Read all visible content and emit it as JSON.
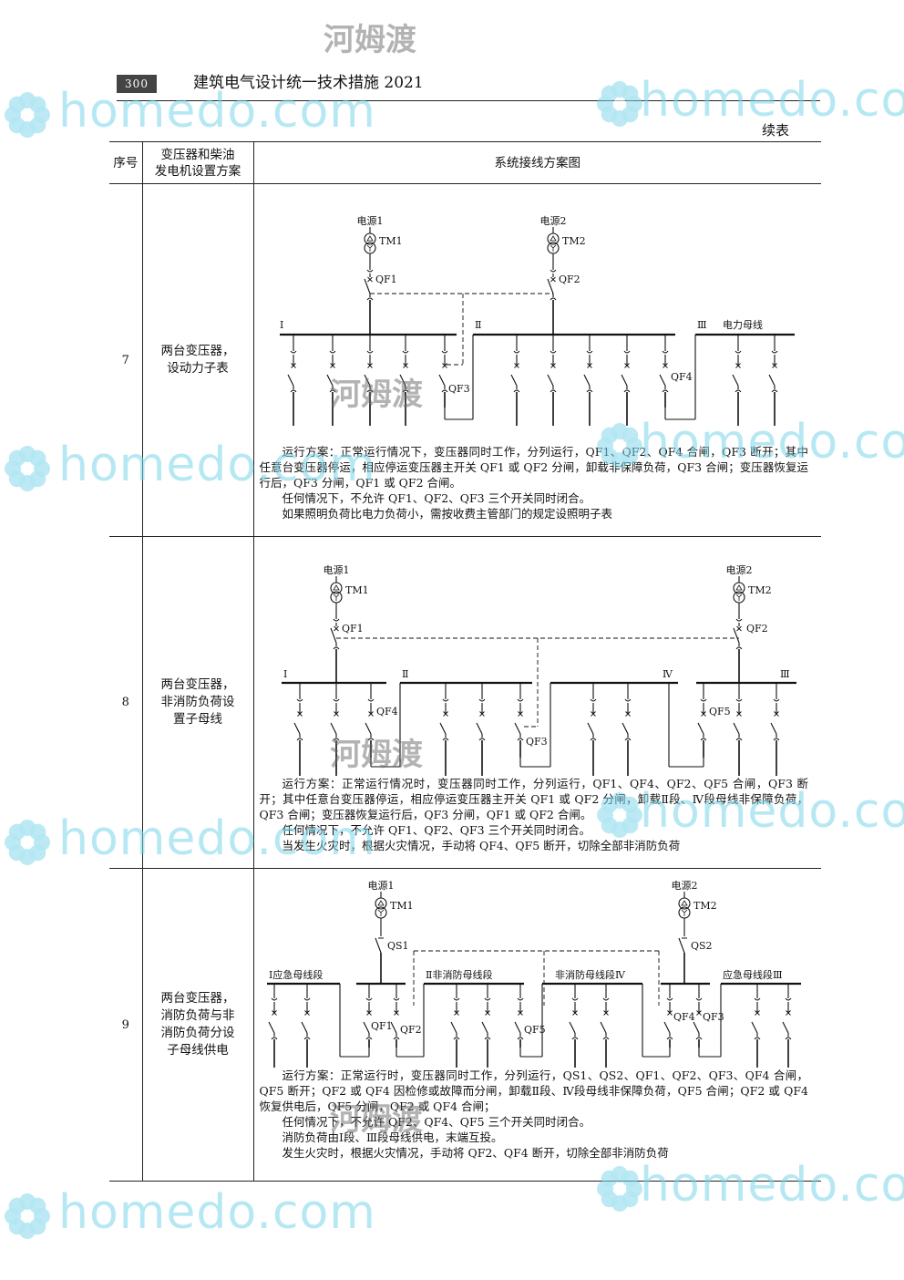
{
  "header": {
    "page_number": "300",
    "book_title": "建筑电气设计统一技术措施 2021"
  },
  "continued_label": "续表",
  "table": {
    "columns": [
      "序号",
      "变压器和柴油发电机设置方案",
      "系统接线方案图"
    ],
    "column_lines": [
      [
        "序号"
      ],
      [
        "变压器和柴油",
        "发电机设置方案"
      ],
      [
        "系统接线方案图"
      ]
    ],
    "rows": [
      {
        "no": "7",
        "scheme": "两台变压器，设动力子表",
        "scheme_lines": [
          "两台变压器，",
          "设动力子表"
        ],
        "diagram": {
          "sources": [
            "电源1",
            "电源2"
          ],
          "transformers": [
            "TM1",
            "TM2"
          ],
          "breakers": [
            "QF1",
            "QF2",
            "QF3",
            "QF4"
          ],
          "bus_labels": [
            "I",
            "Ⅱ",
            "Ⅲ",
            "电力母线"
          ]
        },
        "notes": [
          "运行方案：正常运行情况下，变压器同时工作，分列运行，QF1、QF2、QF4 合闸，QF3 断开；其中任意台变压器停运，相应停运变压器主开关 QF1 或 QF2 分闸，卸载非保障负荷，QF3 合闸；变压器恢复运行后，QF3 分闸，QF1 或 QF2 合闸。",
          "任何情况下，不允许 QF1、QF2、QF3 三个开关同时闭合。",
          "如果照明负荷比电力负荷小，需按收费主管部门的规定设照明子表"
        ]
      },
      {
        "no": "8",
        "scheme": "两台变压器，非消防负荷设置子母线",
        "scheme_lines": [
          "两台变压器，",
          "非消防负荷设",
          "置子母线"
        ],
        "diagram": {
          "sources": [
            "电源1",
            "电源2"
          ],
          "transformers": [
            "TM1",
            "TM2"
          ],
          "breakers": [
            "QF1",
            "QF2",
            "QF3",
            "QF4",
            "QF5"
          ],
          "bus_labels": [
            "I",
            "Ⅱ",
            "Ⅳ",
            "Ⅲ"
          ]
        },
        "notes": [
          "运行方案：正常运行情况时，变压器同时工作，分列运行，QF1、QF4、QF2、QF5 合闸，QF3 断开；其中任意台变压器停运，相应停运变压器主开关 QF1 或 QF2 分闸，卸载Ⅱ段、Ⅳ段母线非保障负荷，QF3 合闸；变压器恢复运行后，QF3 分闸，QF1 或 QF2 合闸。",
          "任何情况下，不允许 QF1、QF2、QF3 三个开关同时闭合。",
          "当发生火灾时，根据火灾情况，手动将 QF4、QF5 断开，切除全部非消防负荷"
        ]
      },
      {
        "no": "9",
        "scheme": "两台变压器，消防负荷与非消防负荷分设子母线供电",
        "scheme_lines": [
          "两台变压器，",
          "消防负荷与非",
          "消防负荷分设",
          "子母线供电"
        ],
        "diagram": {
          "sources": [
            "电源1",
            "电源2"
          ],
          "transformers": [
            "TM1",
            "TM2"
          ],
          "switches": [
            "QS1",
            "QS2"
          ],
          "breakers": [
            "QF1",
            "QF2",
            "QF3",
            "QF4",
            "QF5"
          ],
          "bus_labels": [
            "I应急母线段",
            "Ⅱ非消防母线段",
            "非消防母线段Ⅳ",
            "应急母线段Ⅲ"
          ]
        },
        "notes": [
          "运行方案：正常运行时，变压器同时工作，分列运行，QS1、QS2、QF1、QF2、QF3、QF4 合闸，QF5 断开；QF2 或 QF4 因检修或故障而分闸，卸载Ⅱ段、Ⅳ段母线非保障负荷，QF5 合闸；QF2 或 QF4 恢复供电后，QF5 分闸，QF2 或 QF4 合闸；",
          "任何情况下，不允许 QF2、QF4、QF5 三个开关同时闭合。",
          "消防负荷由Ⅰ段、Ⅲ段母线供电，末端互投。",
          "发生火灾时，根据火灾情况，手动将 QF2、QF4 断开，切除全部非消防负荷"
        ]
      }
    ]
  },
  "watermark": {
    "text": "homedo.com",
    "cn": "河姆渡",
    "color": "#7cd6ea"
  }
}
